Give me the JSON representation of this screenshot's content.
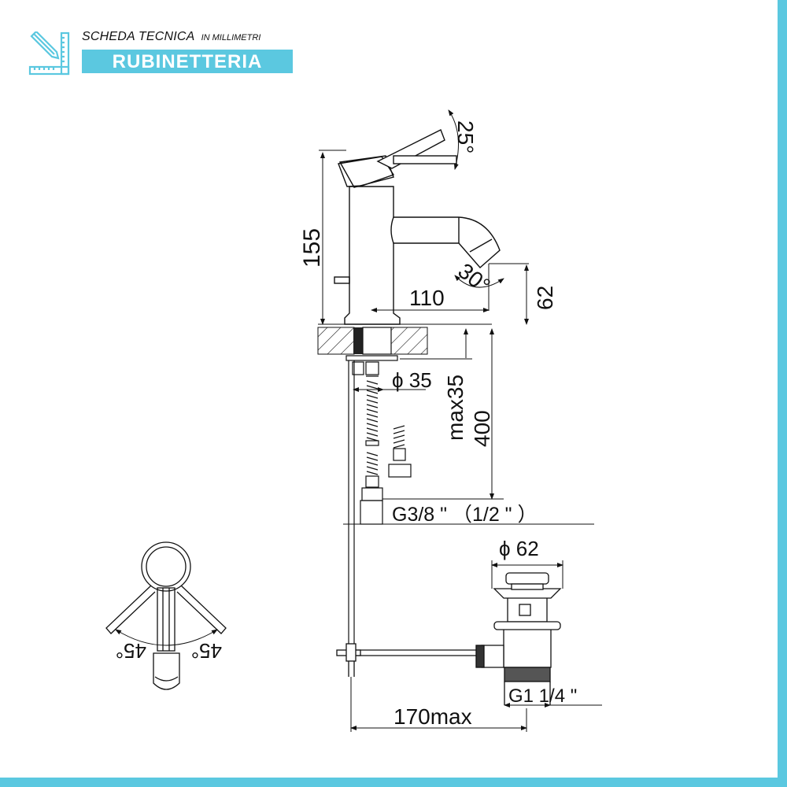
{
  "header": {
    "title": "SCHEDA TECNICA",
    "unit_note": "IN MILLIMETRI",
    "category": "RUBINETTERIA",
    "logo_icon": "pencil-ruler-icon"
  },
  "colors": {
    "accent": "#5bc8e0",
    "line": "#111111",
    "background": "#ffffff"
  },
  "drawing": {
    "side_view": {
      "height_total": "155",
      "lever_angle": "25°",
      "spout_reach": "110",
      "spout_height": "62",
      "spout_angle": "30°",
      "hole_diameter": "ϕ 35",
      "deck_thickness": "max35",
      "hose_length": "400",
      "hose_connection": "G3/8 \" （1/2 \" ）"
    },
    "top_view": {
      "rotation_left": "45°",
      "rotation_right": "45°"
    },
    "drain": {
      "plug_diameter": "ϕ 62",
      "thread": "G1 1/4 \"",
      "rod_length": "170max"
    }
  }
}
